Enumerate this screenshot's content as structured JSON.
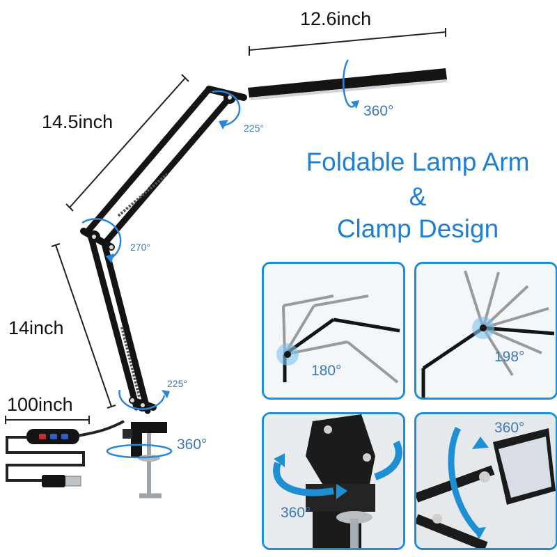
{
  "dimensions": {
    "shade_length": "12.6inch",
    "upper_arm_length": "14.5inch",
    "lower_arm_length": "14inch",
    "cable_length": "100inch"
  },
  "rotation_angles": {
    "shade": "360°",
    "upper_joint": "225°",
    "middle_joint": "270°",
    "lower_joint": "225°",
    "clamp_base": "360°"
  },
  "headline": {
    "line1": "Foldable Lamp Arm",
    "line2": "&",
    "line3": "Clamp Design"
  },
  "panels": [
    {
      "angle_label": "180°"
    },
    {
      "angle_label": "198°"
    },
    {
      "angle_label": "360°"
    },
    {
      "angle_label": "360°"
    }
  ],
  "colors": {
    "accent_blue": "#1f8fd4",
    "label_blue": "#3b78b8",
    "lamp_black": "#141414"
  }
}
